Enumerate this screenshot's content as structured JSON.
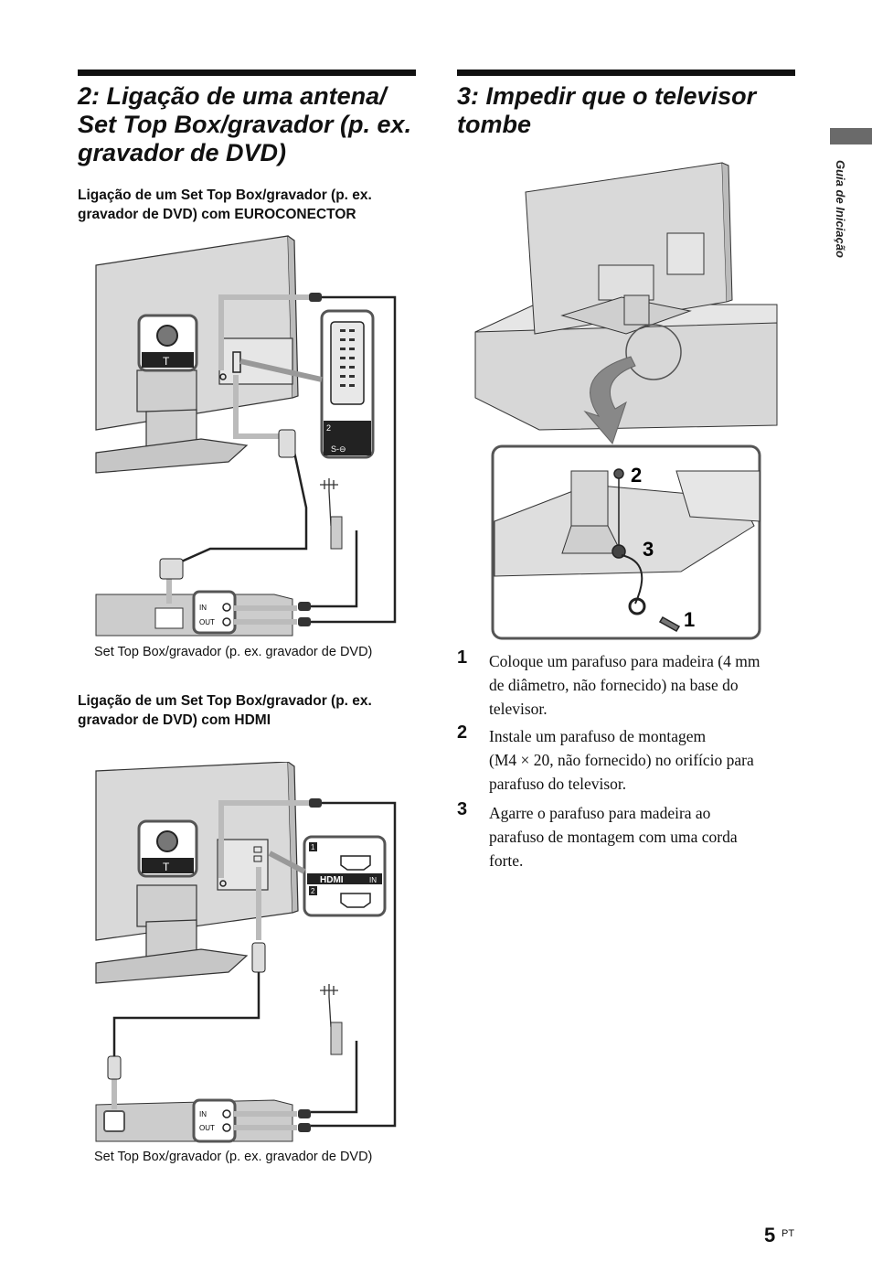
{
  "section2": {
    "title_lines": [
      "2: Ligação de uma antena/",
      "Set Top Box/gravador (p. ex.",
      "gravador de DVD)"
    ],
    "scart_heading": [
      "Ligação de um Set Top Box/gravador (p. ex.",
      "gravador de DVD) com EUROCONECTOR"
    ],
    "scart_caption": "Set Top Box/gravador (p. ex. gravador de DVD)",
    "hdmi_heading": [
      "Ligação de um Set Top Box/gravador (p. ex.",
      "gravador de DVD) com HDMI"
    ],
    "hdmi_caption": "Set Top Box/gravador (p. ex. gravador de DVD)",
    "labels": {
      "in": "IN",
      "out": "OUT",
      "port2": "2",
      "port1": "1",
      "hdmi": "HDMI",
      "hdmi_in": "IN",
      "svideo": "S-⊖"
    }
  },
  "section3": {
    "title_lines": [
      "3: Impedir que o televisor",
      "tombe"
    ],
    "callouts": [
      "2",
      "3",
      "1"
    ],
    "steps": [
      {
        "num": "1",
        "lines": [
          "Coloque um parafuso para madeira (4 mm",
          "de diâmetro, não fornecido) na base do",
          "televisor."
        ]
      },
      {
        "num": "2",
        "lines": [
          "Instale um parafuso de montagem",
          "(M4 × 20, não fornecido) no orifício para",
          "parafuso do televisor."
        ]
      },
      {
        "num": "3",
        "lines": [
          "Agarre o parafuso para madeira ao",
          "parafuso de montagem com uma corda",
          "forte."
        ]
      }
    ]
  },
  "sidebar": {
    "label": "Guia de Iniciação"
  },
  "page": {
    "number": "5",
    "suffix": "PT"
  }
}
